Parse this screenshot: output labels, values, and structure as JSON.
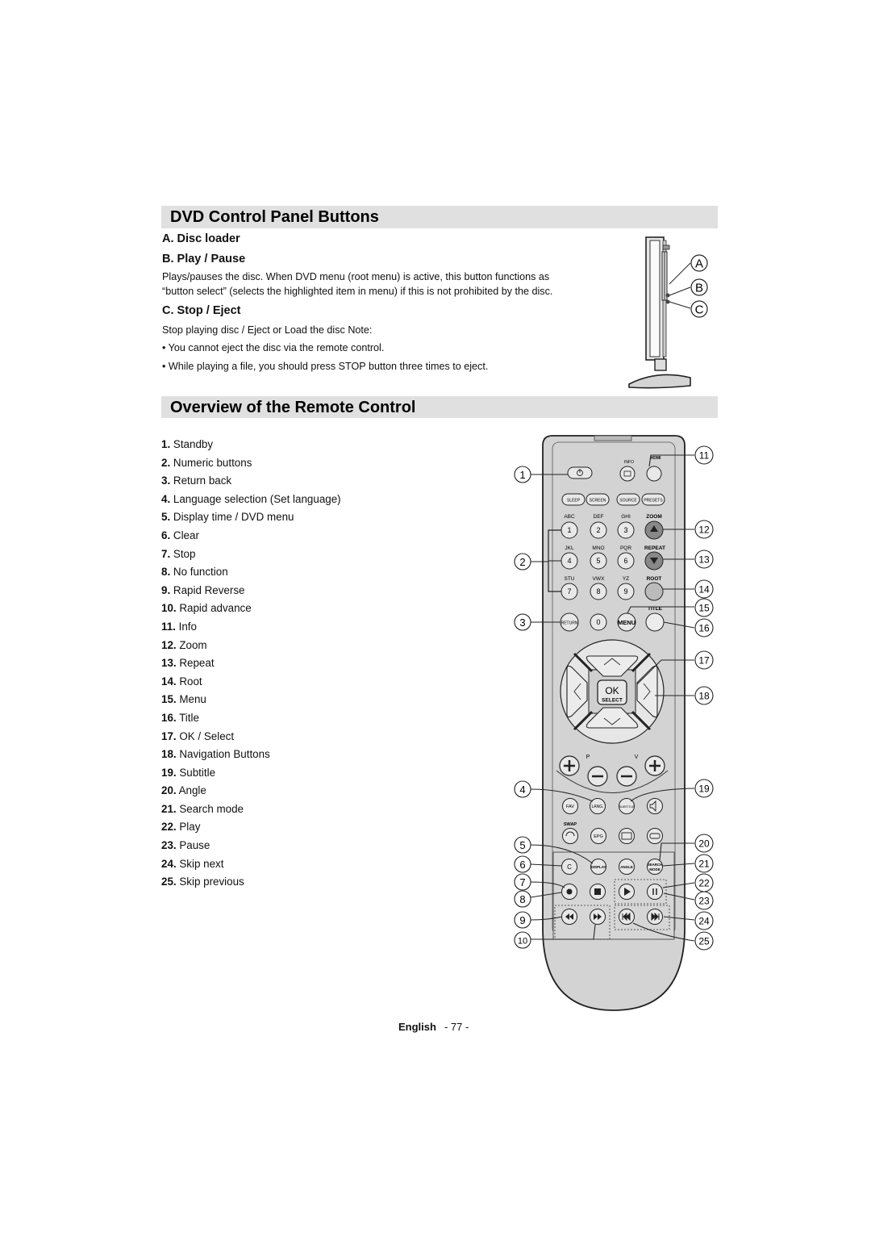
{
  "dvd_section": {
    "title": "DVD Control Panel Buttons",
    "a_heading": "A. Disc loader",
    "b_heading": "B. Play / Pause",
    "b_text_1": "Plays/pauses the disc. When DVD menu (root menu) is active, this button functions as",
    "b_text_2": "“button select” (selects the highlighted item in menu) if this is not prohibited by the disc.",
    "c_heading": "C. Stop / Eject",
    "c_text": "Stop playing disc / Eject or Load the disc Note:",
    "c_note_1": "• You cannot eject the disc via the remote control.",
    "c_note_2": "• While playing a file, you should press STOP button three times to eject.",
    "callouts": [
      "A",
      "B",
      "C"
    ]
  },
  "remote_section": {
    "title": "Overview of the Remote Control",
    "items": [
      {
        "num": "1.",
        "label": "Standby"
      },
      {
        "num": "2.",
        "label": "Numeric buttons"
      },
      {
        "num": "3.",
        "label": "Return back"
      },
      {
        "num": "4.",
        "label": "Language selection (Set language)"
      },
      {
        "num": "5.",
        "label": "Display time / DVD menu"
      },
      {
        "num": "6.",
        "label": "Clear"
      },
      {
        "num": "7.",
        "label": "Stop"
      },
      {
        "num": "8.",
        "label": "No function"
      },
      {
        "num": "9.",
        "label": "Rapid Reverse"
      },
      {
        "num": "10.",
        "label": "Rapid advance"
      },
      {
        "num": "11.",
        "label": "Info"
      },
      {
        "num": "12.",
        "label": "Zoom"
      },
      {
        "num": "13.",
        "label": "Repeat"
      },
      {
        "num": "14.",
        "label": "Root"
      },
      {
        "num": "15.",
        "label": "Menu"
      },
      {
        "num": "16.",
        "label": "Title"
      },
      {
        "num": "17.",
        "label": "OK / Select"
      },
      {
        "num": "18.",
        "label": "Navigation Buttons"
      },
      {
        "num": "19.",
        "label": "Subtitle"
      },
      {
        "num": "20.",
        "label": "Angle"
      },
      {
        "num": "21.",
        "label": "Search mode"
      },
      {
        "num": "22.",
        "label": "Play"
      },
      {
        "num": "23.",
        "label": "Pause"
      },
      {
        "num": "24.",
        "label": "Skip next"
      },
      {
        "num": "25.",
        "label": "Skip previous"
      }
    ]
  },
  "remote_labels": {
    "sleep": "SLEEP",
    "screen": "SCREEN",
    "source": "SOURCE",
    "presets": "PRESETS",
    "info": "INFO",
    "hdmi": "HDMI",
    "abc": "ABC",
    "def": "DEF",
    "ghi": "GHI",
    "zoom": "ZOOM",
    "jkl": "JKL",
    "mno": "MNO",
    "pqr": "PQR",
    "repeat": "REPEAT",
    "stu": "STU",
    "vwx": "VWX",
    "yz": "YZ",
    "root": "ROOT",
    "title": "TITLE",
    "return": "RETURN",
    "zero": "0",
    "menu": "MENU",
    "ok": "OK",
    "select": "SELECT",
    "p": "P",
    "v": "V",
    "fav": "FAV",
    "lang": "LANG.",
    "subtitle": "SUBTITLE",
    "swap": "SWAP",
    "epg": "EPG",
    "c": "C",
    "display": "DISPLAY",
    "angle": "ANGLE",
    "search": "SEARCH",
    "mode": "MODE",
    "digits": [
      "1",
      "2",
      "3",
      "4",
      "5",
      "6",
      "7",
      "8",
      "9"
    ],
    "left_callouts": [
      "1",
      "2",
      "3",
      "4",
      "5",
      "6",
      "7",
      "8",
      "9",
      "10"
    ],
    "right_callouts": [
      "11",
      "12",
      "13",
      "14",
      "15",
      "16",
      "17",
      "18",
      "19",
      "20",
      "21",
      "22",
      "23",
      "24",
      "25"
    ]
  },
  "footer": {
    "language": "English",
    "page": "- 77 -"
  }
}
